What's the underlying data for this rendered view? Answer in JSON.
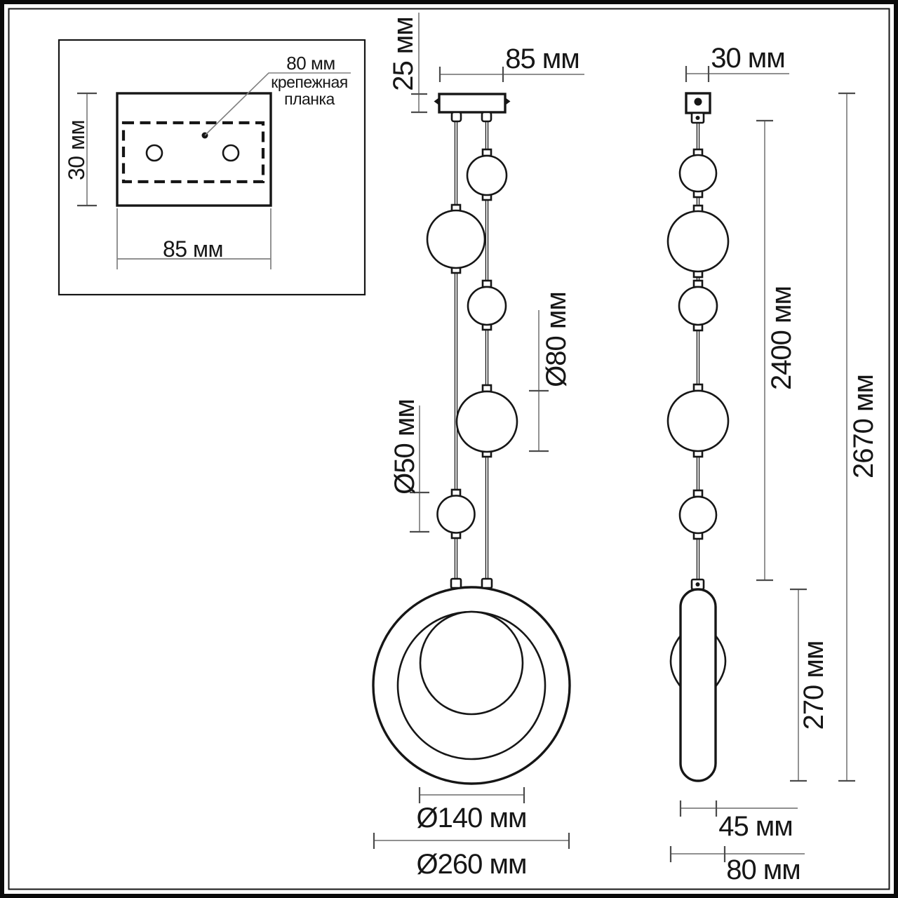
{
  "colors": {
    "ink": "#161616",
    "dim": "#808080",
    "tick": "#4c4c4c",
    "bg": "#ffffff"
  },
  "inset": {
    "hole_spacing": "80 мм",
    "plate_line1": "крепежная",
    "plate_line2": "планка",
    "height": "30 мм",
    "width": "85 мм"
  },
  "front": {
    "canopy_height": "25 мм",
    "canopy_width": "85 мм",
    "large_bead": "Ø80 мм",
    "small_bead": "Ø50 мм",
    "inner_sphere": "Ø140 мм",
    "outer_ring": "Ø260 мм"
  },
  "side": {
    "mount_width": "30 мм",
    "cord_length": "2400 мм",
    "total_height": "2670 мм",
    "pendant_height": "270 мм",
    "pendant_width": "45 мм",
    "pendant_depth": "80 мм"
  }
}
